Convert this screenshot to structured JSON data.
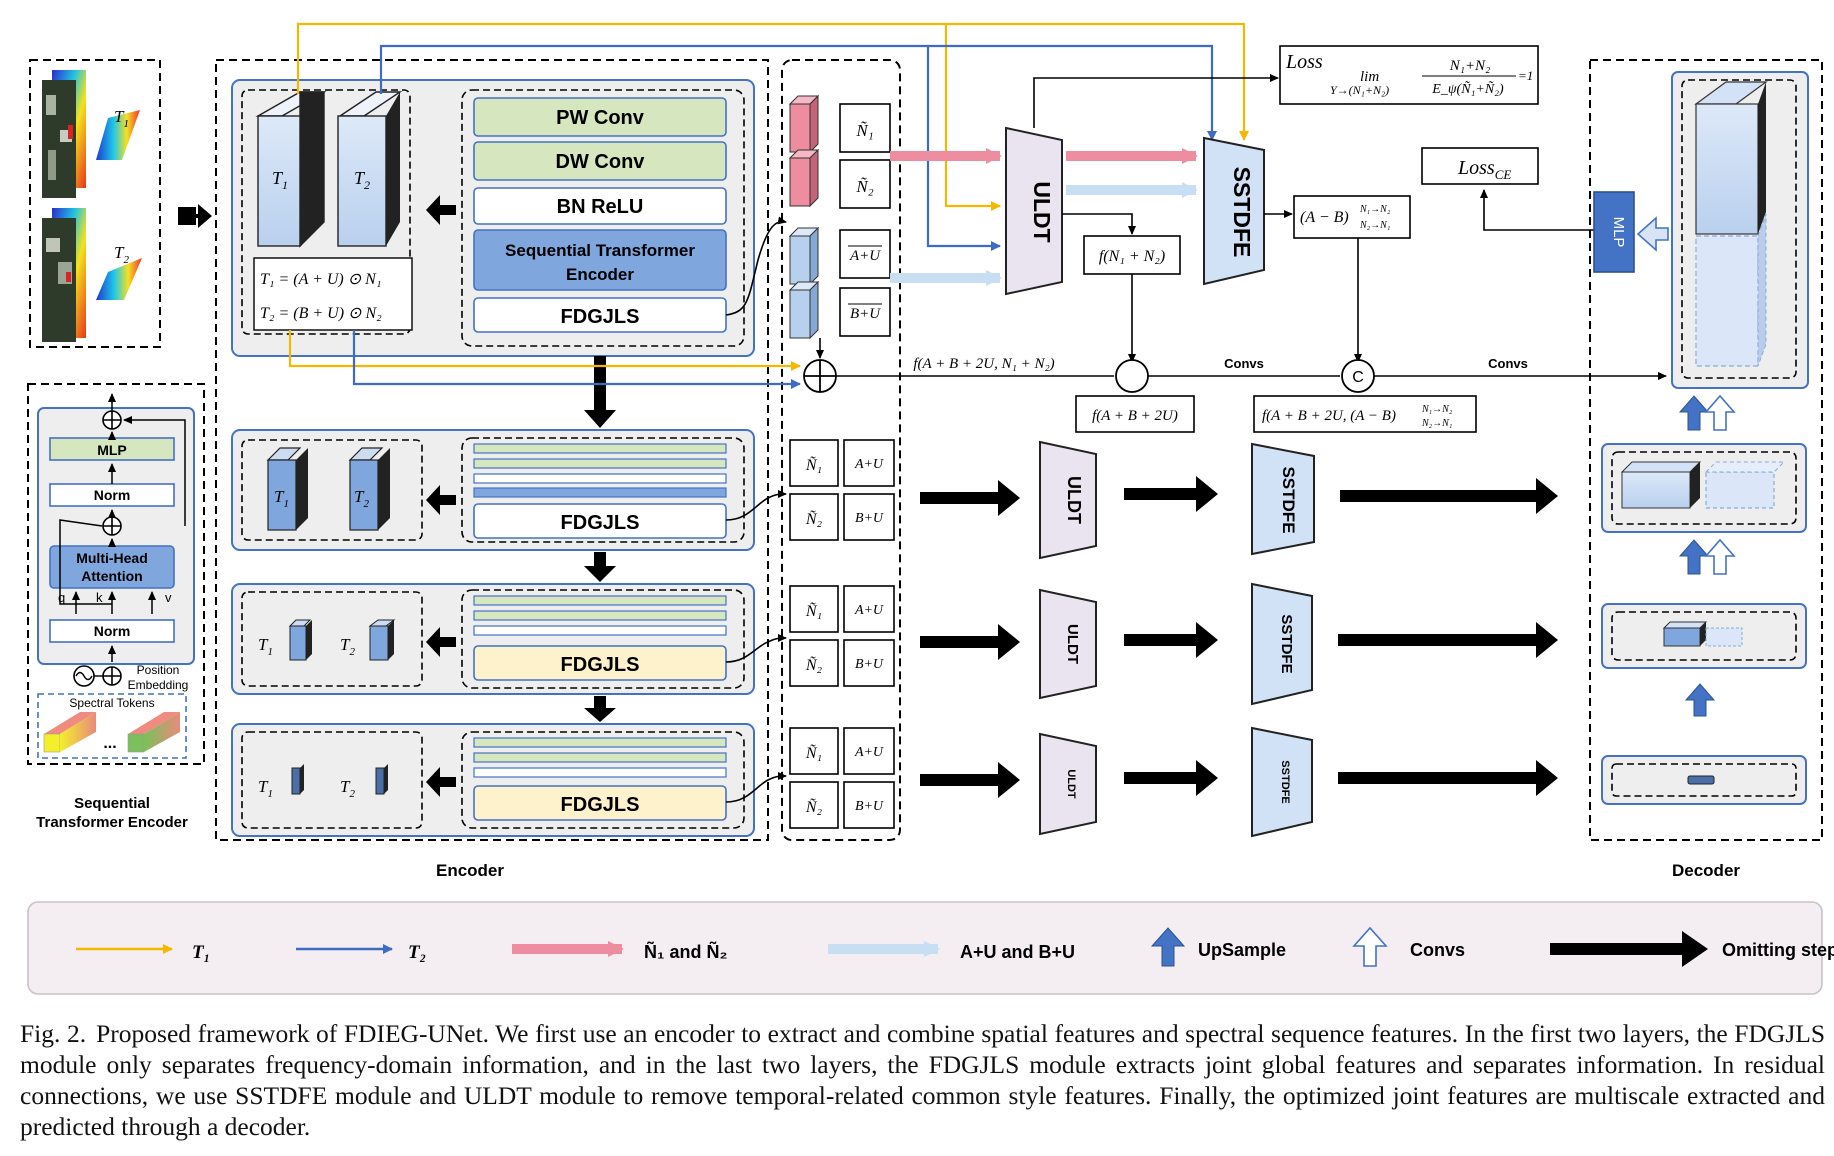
{
  "colors": {
    "t1_arrow": "#F5B800",
    "t2_arrow": "#3D6CC0",
    "n_arrow": "#EE8CA0",
    "au_arrow": "#C8DEF2",
    "pw_conv": "#D6E6BE",
    "ste_block": "#7FA7DD",
    "fdgjls_late": "#FDF2CC",
    "uldt_fill": "#EAE3F0",
    "sstdfe_fill": "#D2E2F6",
    "mlp_block": "#4472C4",
    "legend_bg": "#F4EEF2"
  },
  "left": {
    "t1_label": "T",
    "t1_sub": "1",
    "t2_label": "T",
    "t2_sub": "2",
    "ste": {
      "mlp": "MLP",
      "norm_top": "Norm",
      "mha_line1": "Multi-Head",
      "mha_line2": "Attention",
      "norm_bottom": "Norm",
      "q": "q",
      "k": "k",
      "v": "v",
      "pos_line1": "Position",
      "pos_line2": "Embedding",
      "spectral_tokens": "Spectral Tokens",
      "dots": "...",
      "title_line1": "Sequential",
      "title_line2": "Transformer Encoder"
    }
  },
  "encoder": {
    "title": "Encoder",
    "cube_t1": "T",
    "cube_t1_sub": "1",
    "cube_t2": "T",
    "cube_t2_sub": "2",
    "eq1": "T₁ = (A + U) ⊙ N₁",
    "eq2": "T₂ = (B + U) ⊙ N₂",
    "pw_conv": "PW Conv",
    "dw_conv": "DW Conv",
    "bn_relu": "BN ReLU",
    "ste_line1": "Sequential Transformer",
    "ste_line2": "Encoder",
    "fdgjls": "FDGJLS"
  },
  "side_features": {
    "n1": "Ñ₁",
    "n2": "Ñ₂",
    "au": "A+U",
    "bu": "B+U"
  },
  "top": {
    "uldt": "ULDT",
    "sstdfe": "SSTDFE",
    "loss_word": "Loss",
    "loss_formula": "lim Y→(N₁+N₂)  (N₁+N₂) / (E_ψ(Ñ₁+Ñ₂)) = 1",
    "loss_lim": "lim",
    "loss_under": "Y→(N₁+N₂)",
    "loss_num": "N₁+N₂",
    "loss_den": "E_ψ(Ñ₁+Ñ₂)",
    "loss_eq": "=1",
    "loss_ce": "Loss",
    "loss_ce_sub": "CE",
    "f_n": "f(N₁ + N₂)",
    "ab_box": "(A − B)",
    "ab_sup": "N₁→N₂",
    "ab_sub": "N₂→N₁",
    "f_main": "f(A + B + 2U, N₁ + N₂)",
    "f_ab2u": "f(A + B + 2U)",
    "f_ab2u_ab": "f(A + B + 2U, (A − B)",
    "convs1": "Convs",
    "convs2": "Convs",
    "c_symbol": "C",
    "mlp": "MLP"
  },
  "decoder": {
    "title": "Decoder"
  },
  "legend": {
    "t1": "T₁",
    "t2": "T₂",
    "n": "Ñ₁ and Ñ₂",
    "au": "A+U and B+U",
    "upsample": "UpSample",
    "convs": "Convs",
    "omit": "Omitting steps"
  },
  "caption": {
    "label": "Fig. 2.",
    "text": "Proposed framework of FDIEG-UNet. We first use an encoder to extract and combine spatial features and spectral sequence features. In the first two layers, the FDGJLS module only separates frequency-domain information, and in the last two layers, the FDGJLS module extracts joint global features and separates information. In residual connections, we use SSTDFE module and ULDT module to remove temporal-related common style features. Finally, the optimized joint features are multiscale extracted and predicted through a decoder."
  }
}
